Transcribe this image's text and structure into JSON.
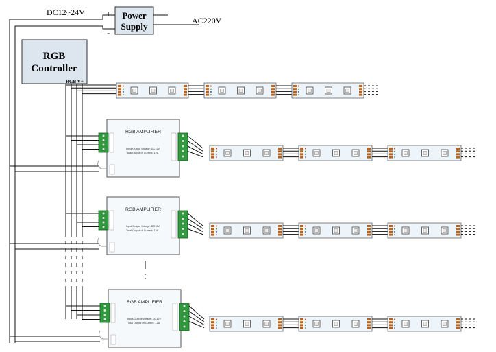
{
  "power": {
    "dc_label": "DC12~24V",
    "plus": "+",
    "minus": "-",
    "box_line1": "Power",
    "box_line2": "Supply",
    "ac_label": "AC220V"
  },
  "controller": {
    "line1": "RGB",
    "line2": "Controller",
    "pins": "RGB V+"
  },
  "amplifier": {
    "title": "RGB  AMPLIFIER",
    "spec_line1": "Input/Output Voltage: DC12V",
    "spec_line2": "Total Output of Current: 12A",
    "count_shown": 3
  },
  "strips": {
    "per_row": 3,
    "leds_per_segment": 3,
    "rows": 4
  },
  "colors": {
    "line": "#111111",
    "box_fill": "#dde6ef",
    "box_stroke": "#333333",
    "amp_fill": "#f6f9fc",
    "strip_fill": "#eef5fa",
    "terminal_green": "#2f9a3e",
    "solder_pad": "#b8621a"
  }
}
